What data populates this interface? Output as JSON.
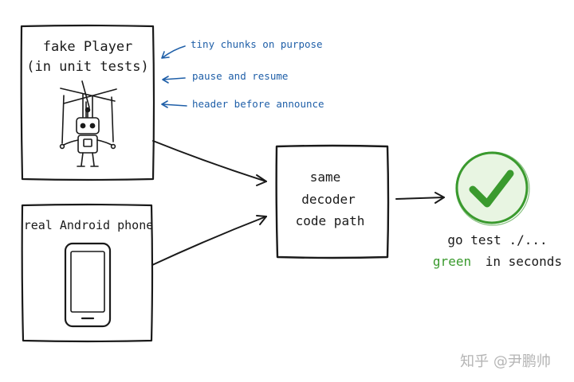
{
  "left_top_box": {
    "title_line1": "fake Player",
    "title_line2": "(in unit tests)",
    "illustration": "puppet-robot-on-strings"
  },
  "annotations": [
    {
      "text": "tiny chunks on purpose"
    },
    {
      "text": "pause and resume"
    },
    {
      "text": "header before announce"
    }
  ],
  "left_bottom_box": {
    "title": "real Android phone",
    "illustration": "smartphone"
  },
  "center_box": {
    "line1": "same",
    "line2": "decoder",
    "line3": "code path"
  },
  "result": {
    "icon": "green-checkmark-circle",
    "command": "go test ./...",
    "status_word": "green",
    "status_rest": "in seconds"
  },
  "watermark": "知乎 @尹鹏帅",
  "colors": {
    "ink": "#1a1a1a",
    "annotation_blue": "#1f5fa8",
    "success_green": "#3a9a2e",
    "check_fill": "#e8f5e2",
    "watermark": "#b5b5b5"
  }
}
